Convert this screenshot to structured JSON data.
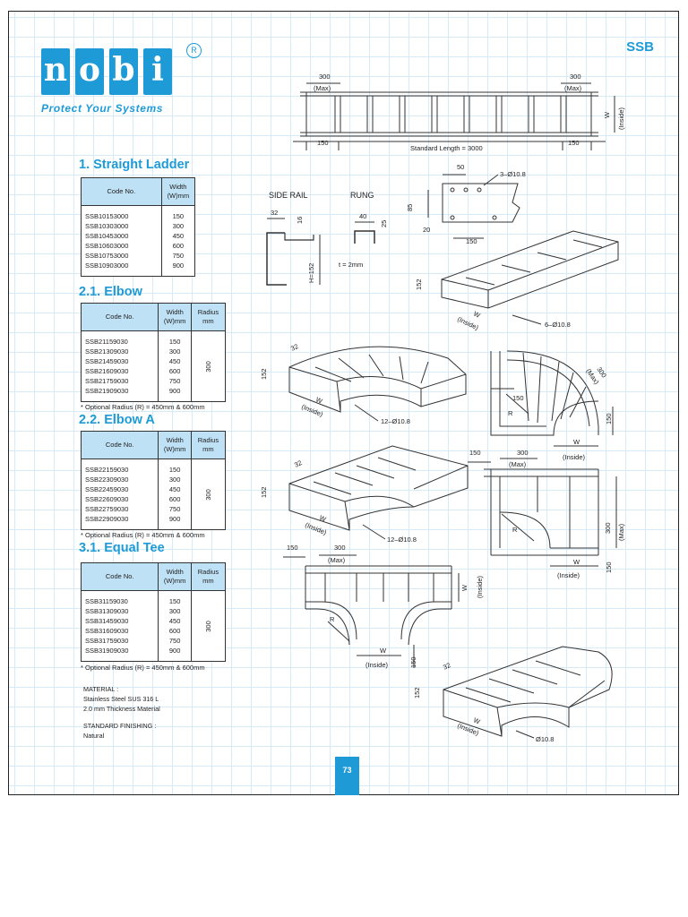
{
  "brand": {
    "logo_letters": [
      "n",
      "o",
      "b",
      "i"
    ],
    "tagline": "Protect Your Systems",
    "registered_mark": "R",
    "product_code": "SSB",
    "accent_color": "#1e9bd7"
  },
  "sections": [
    {
      "title": "1. Straight Ladder",
      "headers": [
        "Code No.",
        "Width (W)mm"
      ],
      "codes": [
        "SSB10153000",
        "SSB10303000",
        "SSB10453000",
        "SSB10603000",
        "SSB10753000",
        "SSB10903000"
      ],
      "widths": [
        "150",
        "300",
        "450",
        "600",
        "750",
        "900"
      ]
    },
    {
      "title": "2.1. Elbow",
      "headers": [
        "Code No.",
        "Width (W)mm",
        "Radius mm"
      ],
      "codes": [
        "SSB21159030",
        "SSB21309030",
        "SSB21459030",
        "SSB21609030",
        "SSB21759030",
        "SSB21909030"
      ],
      "widths": [
        "150",
        "300",
        "450",
        "600",
        "750",
        "900"
      ],
      "radius": "300",
      "note": "* Optional Radius (R) = 450mm & 600mm"
    },
    {
      "title": "2.2. Elbow A",
      "headers": [
        "Code No.",
        "Width (W)mm",
        "Radius mm"
      ],
      "codes": [
        "SSB22159030",
        "SSB22309030",
        "SSB22459030",
        "SSB22609030",
        "SSB22759030",
        "SSB22909030"
      ],
      "widths": [
        "150",
        "300",
        "450",
        "600",
        "750",
        "900"
      ],
      "radius": "300",
      "note": "* Optional Radius (R) = 450mm & 600mm"
    },
    {
      "title": "3.1. Equal Tee",
      "headers": [
        "Code No.",
        "Width (W)mm",
        "Radius mm"
      ],
      "codes": [
        "SSB31159030",
        "SSB31309030",
        "SSB31459030",
        "SSB31609030",
        "SSB31759030",
        "SSB31909030"
      ],
      "widths": [
        "150",
        "300",
        "450",
        "600",
        "750",
        "900"
      ],
      "radius": "300",
      "note": "* Optional Radius (R) = 450mm & 600mm"
    }
  ],
  "material": {
    "heading": "MATERIAL :",
    "line1": "Stainless Steel SUS 316 L",
    "line2": "2.0 mm Thickness Material",
    "finish_heading": "STANDARD FINISHING :",
    "finish": "Natural"
  },
  "drawings": {
    "ladder_top": {
      "max_left": "300",
      "max_left_sub": "(Max)",
      "max_right": "300",
      "max_right_sub": "(Max)",
      "end_left": "150",
      "end_right": "150",
      "standard_length": "Standard Length = 3000",
      "w_inside": "W",
      "inside": "(Inside)"
    },
    "side_rail": {
      "label": "SIDE RAIL",
      "dim_32": "32",
      "dim_16": "16",
      "height": "H=152",
      "thickness": "t = 2mm"
    },
    "rung": {
      "label": "RUNG",
      "dim_40": "40",
      "dim_25": "25"
    },
    "hole_detail": {
      "dim_50": "50",
      "holes": "3–Ø10.8",
      "dim_85": "85",
      "dim_20": "20",
      "dim_150": "150"
    },
    "iso_ladder": {
      "height": "152",
      "w": "W",
      "inside": "(Inside)",
      "holes": "6–Ø10.8"
    },
    "elbow_iso": {
      "dim_32": "32",
      "height": "152",
      "w": "W",
      "inside": "(Inside)",
      "holes": "12–Ø10.8"
    },
    "elbow_plan": {
      "max": "300",
      "max_sub": "(Max)",
      "dim_150a": "150",
      "dim_150b": "150",
      "r": "R",
      "w": "W",
      "inside": "(Inside)"
    },
    "elbowA_iso": {
      "dim_32": "32",
      "height": "152",
      "w": "W",
      "inside": "(Inside)",
      "holes": "12–Ø10.8"
    },
    "elbowA_plan": {
      "dim_150": "150",
      "dim_300": "300",
      "max_sub": "(Max)",
      "r": "R",
      "w": "W",
      "inside": "(Inside)",
      "side_300": "300",
      "side_max": "(Max)",
      "side_150": "150"
    },
    "tee_plan": {
      "dim_150": "150",
      "dim_300": "300",
      "max_sub": "(Max)",
      "w_right": "W",
      "inside_right": "(Inside)",
      "r": "R",
      "w": "W",
      "inside": "(Inside)",
      "dim_150b": "150"
    },
    "tee_iso": {
      "dim_32": "32",
      "height": "152",
      "w": "W",
      "inside": "(Inside)",
      "hole": "Ø10.8"
    }
  },
  "page_number": "73"
}
